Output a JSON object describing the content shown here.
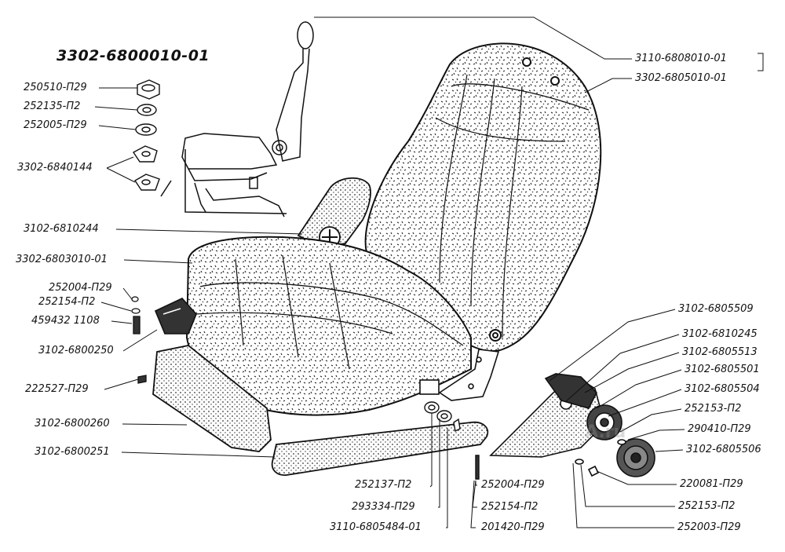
{
  "title": "3302-6800010-01",
  "watermark": "A.ru",
  "labels": {
    "l_250510": "250510-П29",
    "l_252135": "252135-П2",
    "l_252005": "252005-П29",
    "l_6840144": "3302-6840144",
    "l_6810244": "3102-6810244",
    "l_6803010": "3302-6803010-01",
    "l_252004a": "252004-П29",
    "l_252154a": "252154-П2",
    "l_459432": "459432 1108",
    "l_6800250": "3102-6800250",
    "l_222527": "222527-П29",
    "l_6800260": "3102-6800260",
    "l_6800251": "3102-6800251",
    "l_6808010": "3110-6808010-01",
    "l_6805010": "3302-6805010-01",
    "l_6805509": "3102-6805509",
    "l_6810245": "3102-6810245",
    "l_6805513": "3102-6805513",
    "l_6805501": "3102-6805501",
    "l_6805504": "3102-6805504",
    "l_252153a": "252153-П2",
    "l_290410": "290410-П29",
    "l_6805506": "3102-6805506",
    "l_220081": "220081-П29",
    "l_252153b": "252153-П2",
    "l_252003": "252003-П29",
    "l_252137": "252137-П2",
    "l_293334": "293334-П29",
    "l_6805484": "3110-6805484-01",
    "l_252004b": "252004-П29",
    "l_252154b": "252154-П2",
    "l_201420": "201420-П29"
  }
}
